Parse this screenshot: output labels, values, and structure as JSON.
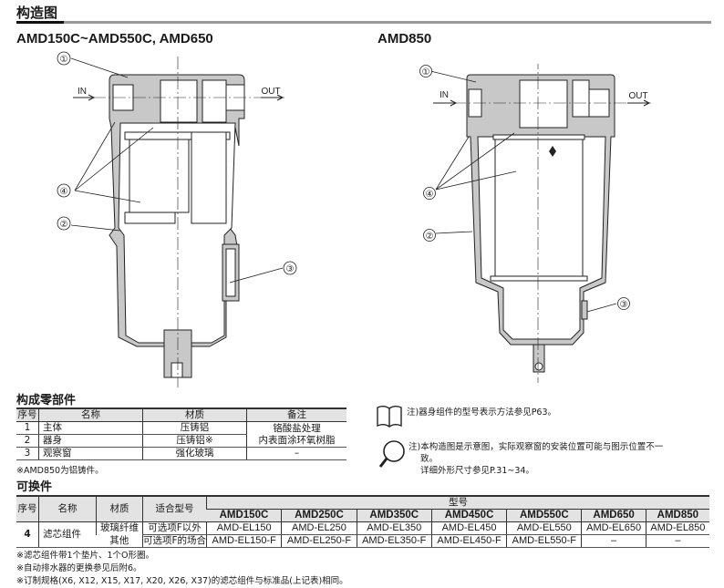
{
  "section_title": "构造图",
  "diagrams": [
    {
      "title": "AMD150C~AMD550C, AMD650",
      "in_label": "IN",
      "out_label": "OUT",
      "callouts": [
        "①",
        "②",
        "③",
        "④"
      ]
    },
    {
      "title": "AMD850",
      "in_label": "IN",
      "out_label": "OUT",
      "callouts": [
        "①",
        "②",
        "③",
        "④"
      ]
    }
  ],
  "parts": {
    "title": "构成零部件",
    "headers": [
      "序号",
      "名称",
      "材质",
      "备注"
    ],
    "rows": [
      {
        "no": "1",
        "name": "主体",
        "material": "压铸铝"
      },
      {
        "no": "2",
        "name": "器身",
        "material": "压铸铝※"
      },
      {
        "no": "3",
        "name": "观察窗",
        "material": "强化玻璃",
        "remark": "–"
      }
    ],
    "remark_merged": [
      "铬酸盐处理",
      "内表面涂环氧树脂"
    ],
    "footnote": "※AMD850为铝铸件。"
  },
  "replacement": {
    "title": "可换件",
    "headers": {
      "no": "序号",
      "name": "名称",
      "material": "材质",
      "fit": "适合型号",
      "model_group": "型号"
    },
    "models": [
      "AMD150C",
      "AMD250C",
      "AMD350C",
      "AMD450C",
      "AMD550C",
      "AMD650",
      "AMD850"
    ],
    "row": {
      "no": "4",
      "name": "滤芯组件",
      "material": [
        "玻璃纤维",
        "其他"
      ],
      "variants": [
        {
          "fit": "可选项F以外",
          "values": [
            "AMD-EL150",
            "AMD-EL250",
            "AMD-EL350",
            "AMD-EL450",
            "AMD-EL550",
            "AMD-EL650",
            "AMD-EL850"
          ]
        },
        {
          "fit": "可选项F的场合",
          "values": [
            "AMD-EL150-F",
            "AMD-EL250-F",
            "AMD-EL350-F",
            "AMD-EL450-F",
            "AMD-EL550-F",
            "–",
            "–"
          ]
        }
      ]
    },
    "footnotes": [
      "※滤芯组件带1个垫片、1个O形圈。",
      "※自动排水器的更换参见后附6。",
      "※订制规格(X6, X12, X15, X17, X20, X26, X37)的滤芯组件与标准品(上记表)相同。"
    ]
  },
  "notes": {
    "book_note": "注)器身组件的型号表示方法参见P63。",
    "magnifier_note": [
      "注)本构造图是示意图，实际观察窗的安装位置可能与图示位置不一",
      "致。",
      "详细外形尺寸参见P.31~34。"
    ]
  },
  "colors": {
    "body_fill": "#c8c8c8",
    "header_bg": "#e3e3e3",
    "line": "#222222"
  }
}
